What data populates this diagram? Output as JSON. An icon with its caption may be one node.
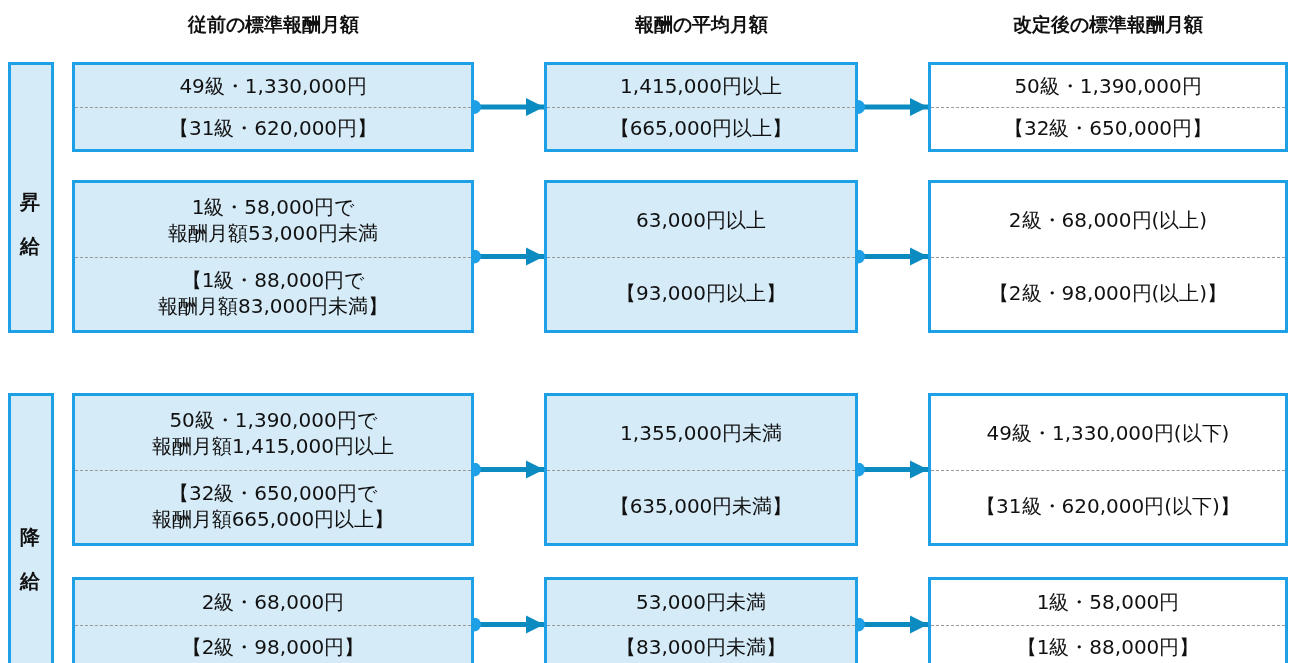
{
  "diagram": {
    "nodes": [
      {
        "text": [
          "昇給"
        ]
      },
      {
        "text": [
          "49級・1,330,000円",
          "【31級・620,000円】"
        ]
      },
      {
        "text": [
          "1,415,000円以上",
          "【665,000円以上】"
        ]
      },
      {
        "text": [
          "50級・1,390,000円",
          "【32級・650,000円】"
        ]
      },
      {
        "text": [
          "1級・58,000円で報酬月額53,000円未満",
          "【1級・88,000円で報酬月額83,000円未満】"
        ]
      },
      {
        "text": [
          "63,000円以上",
          "【93,000円以上】"
        ]
      },
      {
        "text": [
          "2級・68,000円(以上)",
          "【2級・98,000円(以上)】"
        ]
      },
      {
        "text": [
          "降給"
        ]
      },
      {
        "text": [
          "50級・1,390,000円で報酬月額1,415,000円以上",
          "【32級・650,000円で報酬月額665,000円以上】"
        ]
      },
      {
        "text": [
          "1,355,000円未満",
          "【635,000円未満】"
        ]
      },
      {
        "text": [
          "49級・1,330,000円(以下)",
          "【31級・620,000円(以下)】"
        ]
      },
      {
        "text": [
          "2級・68,000円",
          "【2級・98,000円】"
        ]
      },
      {
        "text": [
          "53,000円未満",
          "【83,000円未満】"
        ]
      },
      {
        "text": [
          "1級・58,000円",
          "【1級・88,000円】"
        ]
      }
    ],
    "edges": [
      {
        "from": 1,
        "to": 2,
        "arrow": "to"
      },
      {
        "from": 2,
        "to": 3,
        "arrow": "to"
      },
      {
        "from": 4,
        "to": 5,
        "arrow": "to"
      },
      {
        "from": 5,
        "to": 6,
        "arrow": "to"
      },
      {
        "from": 8,
        "to": 9,
        "arrow": "to"
      },
      {
        "from": 9,
        "to": 10,
        "arrow": "to"
      },
      {
        "from": 11,
        "to": 12,
        "arrow": "to"
      },
      {
        "from": 12,
        "to": 13,
        "arrow": "to"
      }
    ],
    "labels": [
      "従前の標準報酬月額",
      "報酬の平均月額",
      "改定後の標準報酬月額"
    ]
  }
}
